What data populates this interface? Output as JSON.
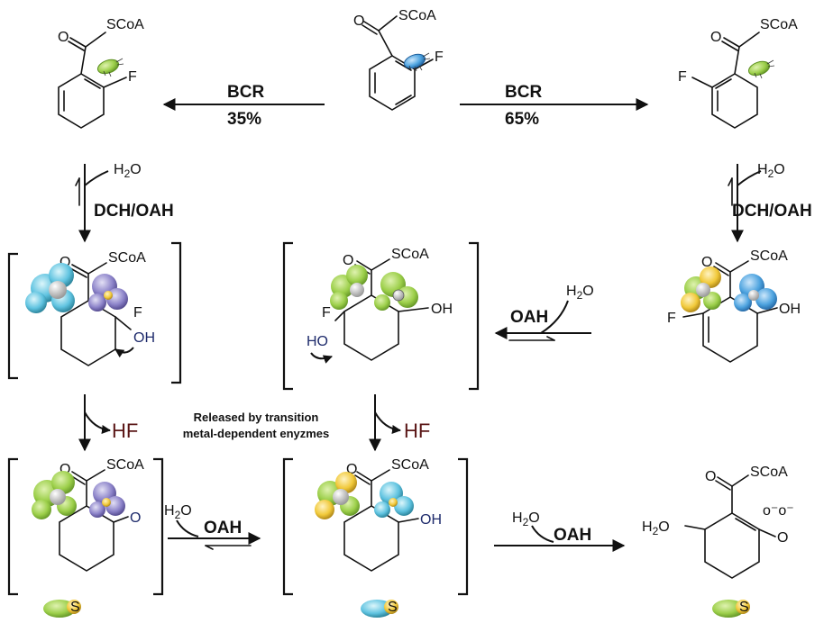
{
  "labels": {
    "scoa": "SCoA",
    "o": "O",
    "f": "F",
    "oh": "OH",
    "ho": "HO",
    "h2o": "H2O",
    "h": "H",
    "sub2": "2",
    "hf": "HF",
    "bcr": "BCR",
    "pct_left": "35%",
    "pct_right": "65%",
    "dch_oah": "DCH/OAH",
    "oah": "OAH",
    "note_line1": "Released by transition",
    "note_line2": "metal-dependent enyzmes",
    "s": "S",
    "o_minus": "o⁻o⁻"
  },
  "colors": {
    "green": "#9ccf4a",
    "blue": "#4da3df",
    "cyan": "#5fc3e0",
    "purple": "#8c83c9",
    "yellow": "#f1c93a",
    "hf_text": "#5a1616",
    "oh_text": "#1d2a6b"
  },
  "icons": [
    "enzyme-bug-icon",
    "enzyme-blob-icon",
    "metal-cluster-icon"
  ]
}
